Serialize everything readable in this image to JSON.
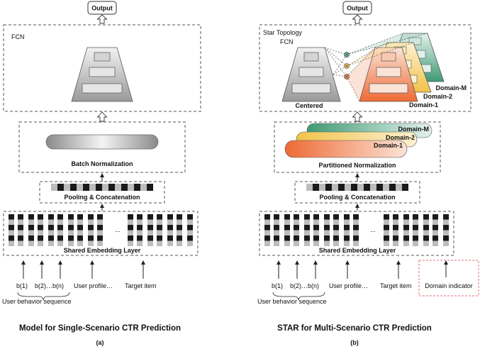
{
  "output_label": "Output",
  "left": {
    "fcn_label": "FCN",
    "batch_norm_label": "Batch Normalization",
    "pooling_label": "Pooling & Concatenation",
    "embedding_label": "Shared Embedding Layer",
    "ellipsis": "...",
    "inputs": {
      "b1": "b(1)",
      "b2n": "b(2)…b(n)",
      "user_profile": "User profile…",
      "target_item": "Target item"
    },
    "behavior_seq_label": "User behavior sequence",
    "caption": "Model for Single-Scenario CTR Prediction",
    "sublabel": "(a)"
  },
  "right": {
    "star_topology_label": "Star Topology",
    "fcn_label": "FCN",
    "centered_label": "Centered",
    "domain_labels": [
      "Domain-M",
      "Domain-2",
      "Domain-1"
    ],
    "partitioned_norm_label": "Partitioned Normalization",
    "pooling_label": "Pooling & Concatenation",
    "embedding_label": "Shared Embedding Layer",
    "ellipsis": "...",
    "inputs": {
      "b1": "b(1)",
      "b2n": "b(2)…b(n)",
      "user_profile": "User profile…",
      "target_item": "Target item",
      "domain_indicator": "Domain indicator"
    },
    "behavior_seq_label": "User behavior sequence",
    "caption": "STAR for Multi-Scenario CTR Prediction",
    "sublabel": "(b)"
  },
  "colors": {
    "domain_1": "#ee7a45",
    "domain_2": "#f2c24a",
    "domain_m": "#3e9a74",
    "domain_indicator_border": "#e0707a",
    "embed_dark": "#1a1a1a",
    "embed_light": "#bdbdbd"
  }
}
